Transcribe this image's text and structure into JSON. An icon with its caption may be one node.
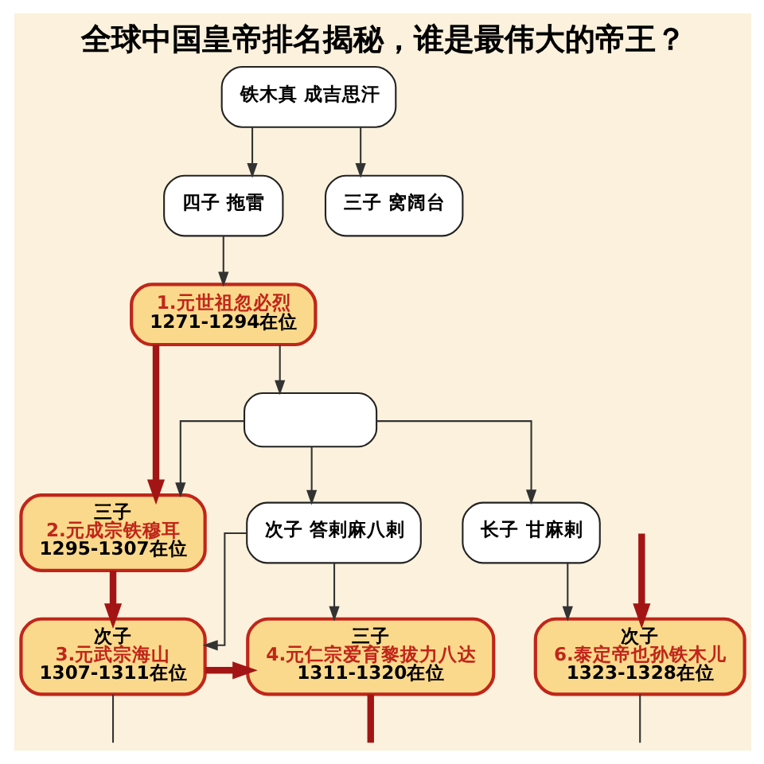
{
  "diagram": {
    "title": "全球中国皇帝排名揭秘，谁是最伟大的帝王？",
    "nodes": [
      {
        "text": [
          "铁木真 成吉思汗"
        ]
      },
      {
        "text": [
          "四子 拖雷"
        ]
      },
      {
        "text": [
          "三子 窝阔台"
        ]
      },
      {
        "text": [
          "1.元世祖忽必烈",
          "1271-1294在位"
        ]
      },
      {
        "text": [],
        "shape": "box"
      },
      {
        "text": [
          "三子",
          "2.元成宗铁穆耳",
          "1295-1307在位"
        ]
      },
      {
        "text": [
          "次子 答剌麻八剌"
        ]
      },
      {
        "text": [
          "长子 甘麻剌"
        ]
      },
      {
        "text": [
          "次子",
          "3.元武宗海山",
          "1307-1311在位"
        ]
      },
      {
        "text": [
          "三子",
          "4.元仁宗爱育黎拔力八达",
          "1311-1320在位"
        ]
      },
      {
        "text": [
          "次子",
          "6.泰定帝也孙铁木儿",
          "1323-1328在位"
        ]
      }
    ],
    "edges": [
      {
        "from": 0,
        "to": 1,
        "arrow": "to"
      },
      {
        "from": 0,
        "to": 2,
        "arrow": "to"
      },
      {
        "from": 1,
        "to": 3,
        "arrow": "to"
      },
      {
        "from": 3,
        "to": 5,
        "arrow": "to",
        "style": "thick",
        "color": "#a31515"
      },
      {
        "from": 3,
        "to": 4,
        "arrow": "to"
      },
      {
        "from": 4,
        "to": 5,
        "arrow": "to"
      },
      {
        "from": 4,
        "to": 6,
        "arrow": "to"
      },
      {
        "from": 4,
        "to": 7,
        "arrow": "to"
      },
      {
        "from": 5,
        "to": 8,
        "arrow": "to",
        "style": "thick",
        "color": "#a31515"
      },
      {
        "from": 6,
        "to": 8,
        "arrow": "to"
      },
      {
        "from": 6,
        "to": 9,
        "arrow": "to"
      },
      {
        "from": 8,
        "to": 9,
        "arrow": "to",
        "style": "thick",
        "color": "#a31515"
      },
      {
        "from": 7,
        "to": 10,
        "arrow": "to"
      },
      {
        "from": 8,
        "to": null,
        "arrow": "none"
      },
      {
        "from": 9,
        "to": null,
        "arrow": "none",
        "style": "thick",
        "color": "#a31515"
      },
      {
        "from": null,
        "to": 10,
        "arrow": "to",
        "style": "thick",
        "color": "#a31515"
      },
      {
        "from": 10,
        "to": null,
        "arrow": "none"
      }
    ]
  }
}
